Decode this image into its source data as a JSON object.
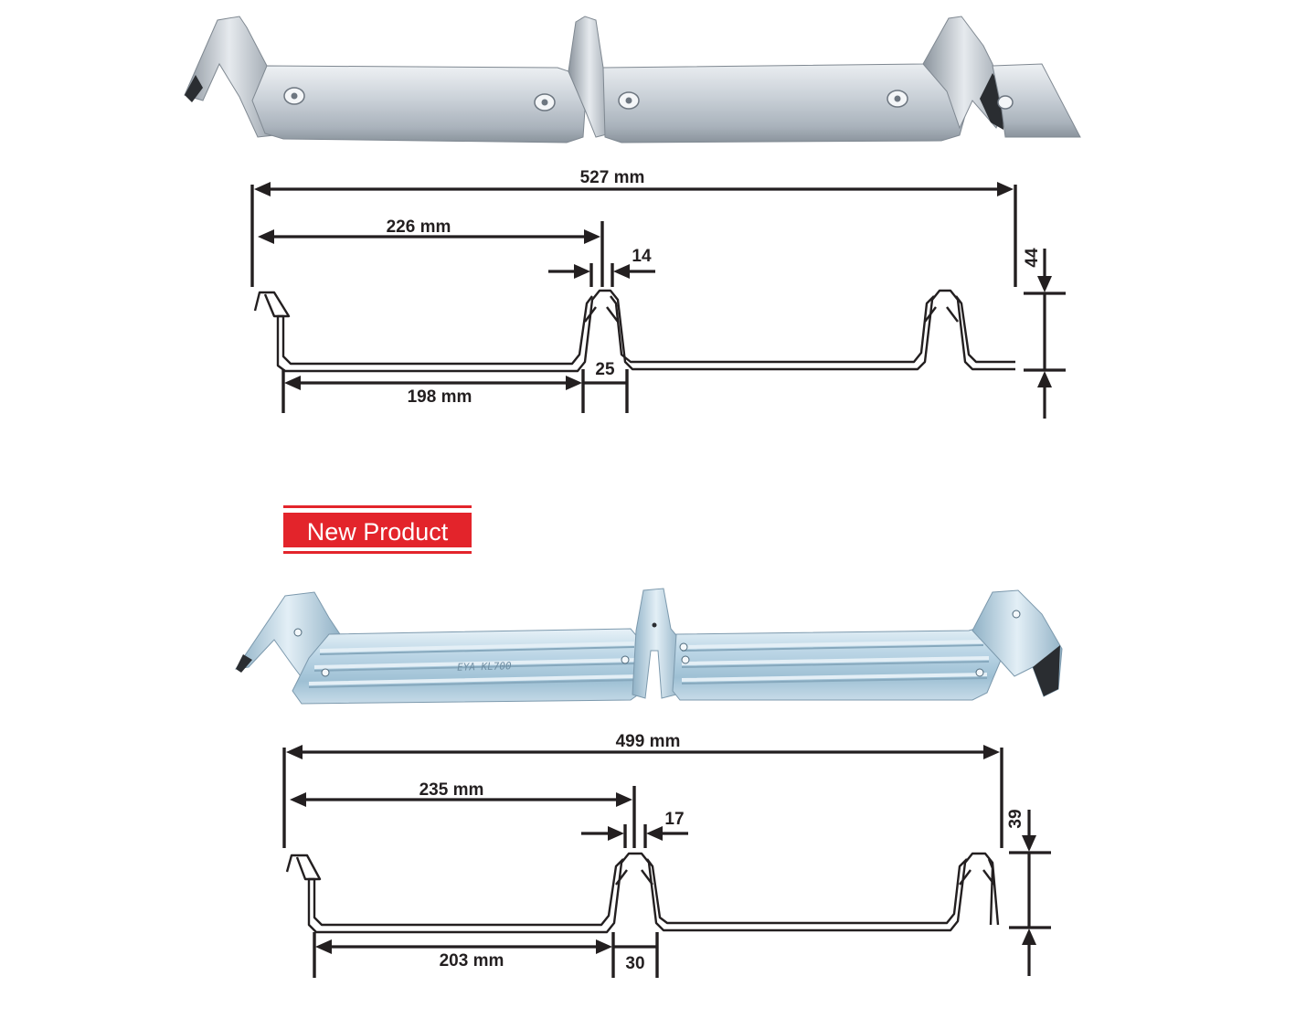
{
  "products": [
    {
      "id": "clip-top",
      "dimensions": {
        "overall_width": "527 mm",
        "center_pitch": "226 mm",
        "rib_top": "14",
        "height": "44",
        "pan_width": "198 mm",
        "rib_base": "25"
      }
    },
    {
      "id": "clip-bottom",
      "badge": "New Product",
      "stamp_text": "EYA KL700",
      "dimensions": {
        "overall_width": "499 mm",
        "center_pitch": "235 mm",
        "rib_top": "17",
        "height": "39",
        "pan_width": "203 mm",
        "rib_base": "30"
      }
    }
  ],
  "colors": {
    "ink": "#231f20",
    "badge_red": "#e3242b",
    "metal_light": "#d7dde3",
    "metal_mid": "#aab4bd",
    "metal_dark": "#6d7680",
    "metal_blue_light": "#cfe2ee",
    "metal_blue_mid": "#9fbdd0"
  }
}
